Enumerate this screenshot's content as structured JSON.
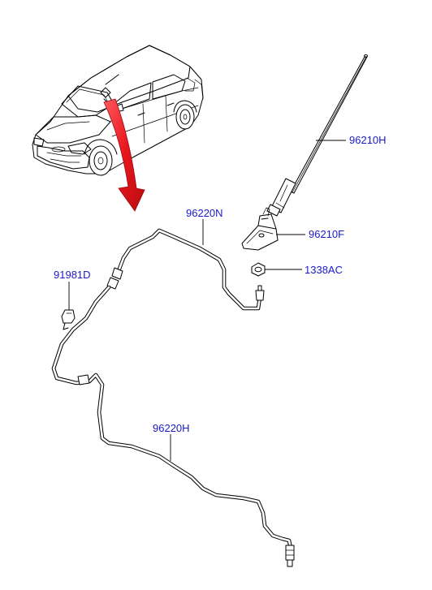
{
  "diagram": {
    "accent_label_color": "#1a1acc",
    "arrow_color": "#e8161c",
    "parts": [
      {
        "key": "antenna_rod",
        "label": "96210H"
      },
      {
        "key": "antenna_base",
        "label": "96210F"
      },
      {
        "key": "nut",
        "label": "1338AC"
      },
      {
        "key": "feeder_upper",
        "label": "96220N"
      },
      {
        "key": "clip",
        "label": "91981D"
      },
      {
        "key": "feeder_lower",
        "label": "96220H"
      }
    ]
  }
}
